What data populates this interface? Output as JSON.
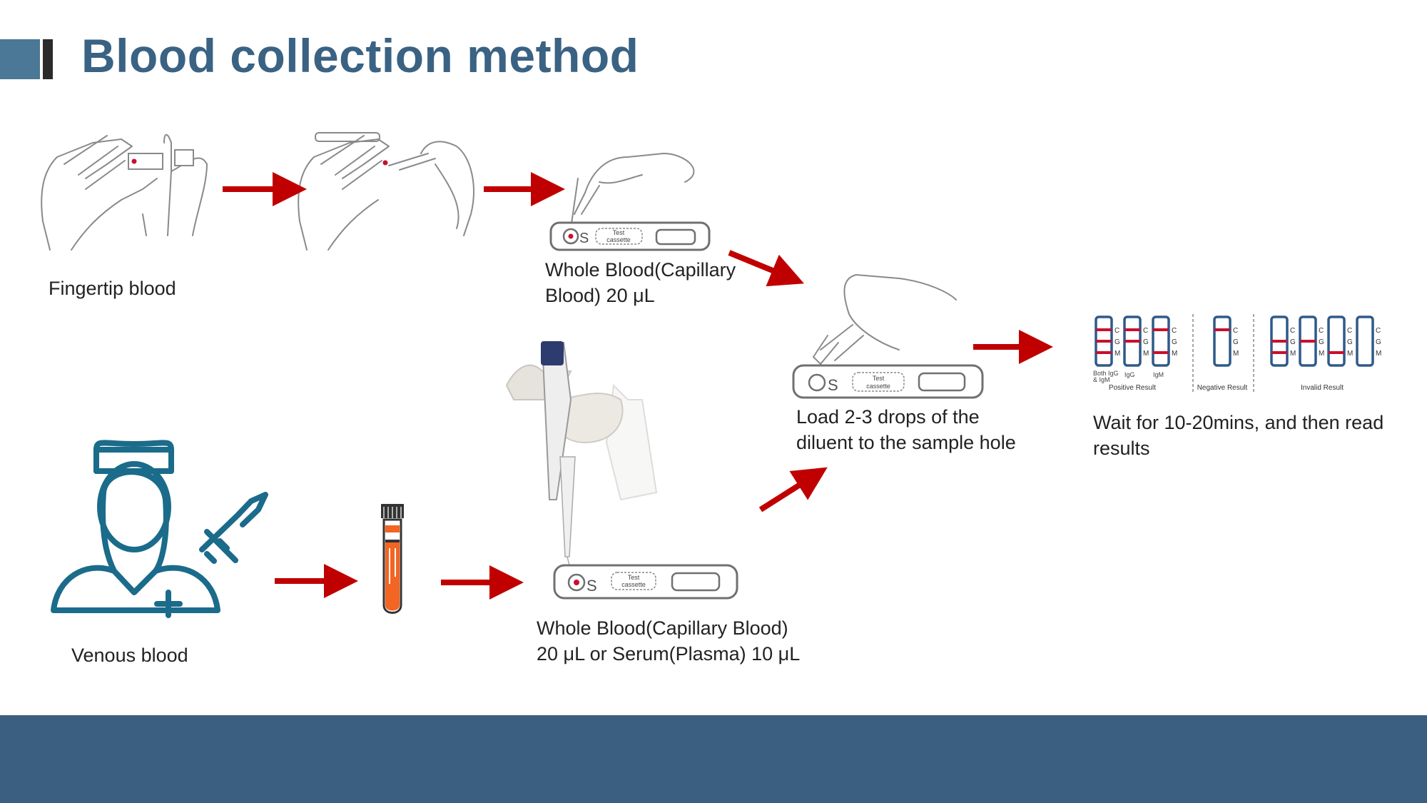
{
  "title": "Blood collection method",
  "steps": {
    "fingertip": "Fingertip blood",
    "capillary_line1": "Whole Blood(Capillary",
    "capillary_line2": "Blood) 20 μL",
    "load_line1": "Load 2-3 drops of the",
    "load_line2": "diluent to the sample hole",
    "wait_line1": "Wait for 10-20mins, and then read",
    "wait_line2": "results",
    "venous": "Venous blood",
    "serum_line1": "Whole Blood(Capillary Blood)",
    "serum_line2": "20 μL or Serum(Plasma) 10 μL"
  },
  "cassette": {
    "label_top": "Test",
    "label_bottom": "cassette",
    "s_mark": "S"
  },
  "results": {
    "c": "C",
    "g": "G",
    "m": "M",
    "positive": "Positive Result",
    "negative": "Negative Result",
    "invalid": "Invalid Result",
    "both": "Both IgG",
    "both2": "& IgM",
    "igg": "IgG",
    "igm": "IgM"
  },
  "colors": {
    "accent": "#3a6283",
    "arrow": "#c00000",
    "footer": "#3a5f80",
    "strip": "#2f5a8a",
    "tube": "#f26522",
    "nurse": "#1b6b8a"
  }
}
